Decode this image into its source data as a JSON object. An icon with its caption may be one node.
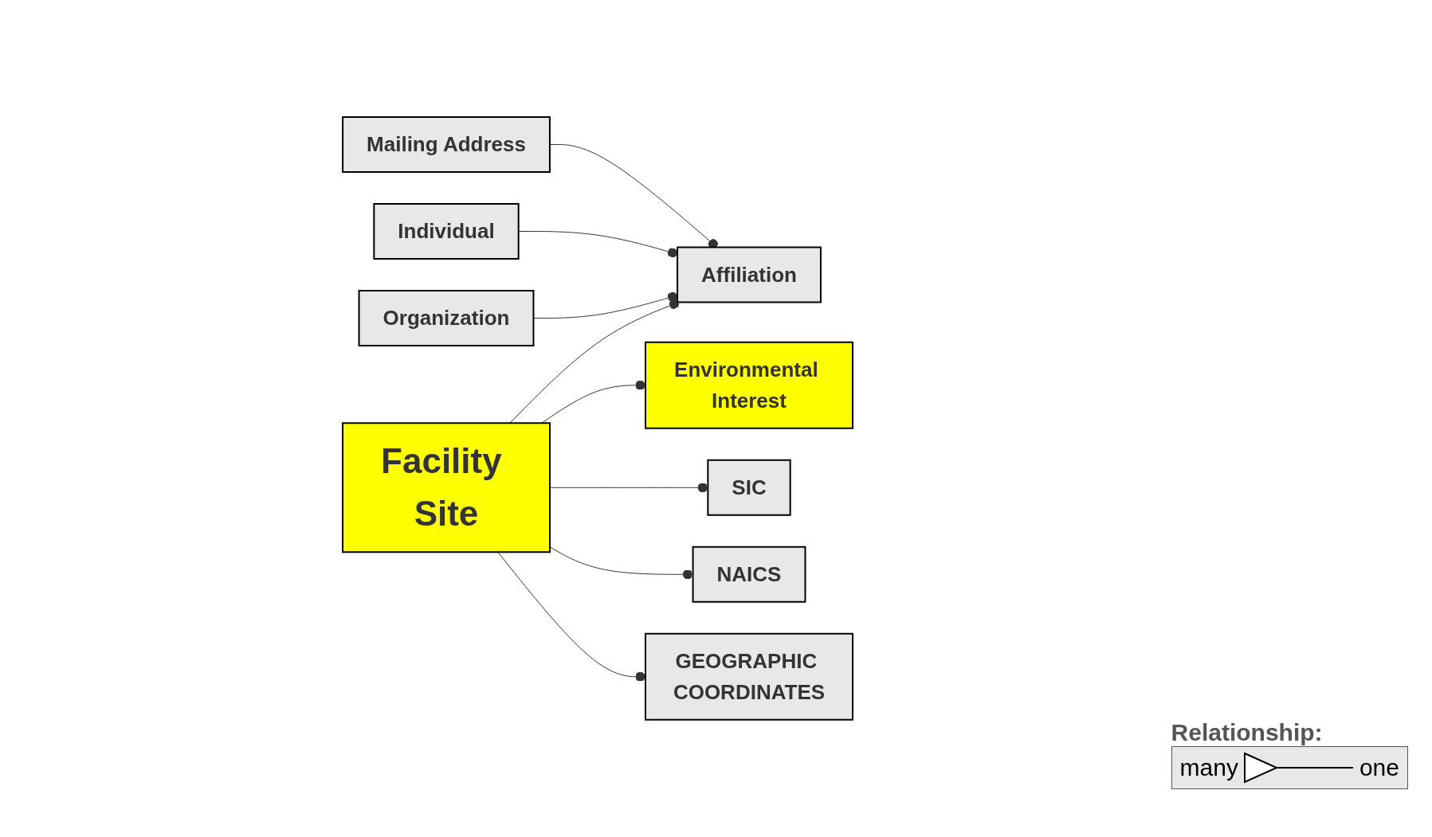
{
  "diagram": {
    "nodes": [
      {
        "text": [
          "Environmental Interest"
        ]
      },
      {
        "text": [
          "Affiliation"
        ]
      },
      {
        "text": [
          "Organization"
        ]
      },
      {
        "text": [
          "Individual"
        ]
      },
      {
        "text": [
          "Mailing Address"
        ]
      },
      {
        "text": [
          "SIC"
        ]
      },
      {
        "text": [
          "NAICS"
        ]
      },
      {
        "text": [
          "GEOGRAPHIC COORDINATES"
        ]
      },
      {
        "text": [
          "Facility Site"
        ]
      }
    ],
    "edges": [
      {
        "from": 8,
        "to": 0,
        "arrow": "other"
      },
      {
        "from": 8,
        "to": 1,
        "arrow": "other"
      },
      {
        "from": 2,
        "to": 1,
        "arrow": "other"
      },
      {
        "from": 3,
        "to": 1,
        "arrow": "other"
      },
      {
        "from": 4,
        "to": 1,
        "arrow": "other"
      },
      {
        "from": 8,
        "to": 5,
        "arrow": "other"
      },
      {
        "from": 8,
        "to": 6,
        "arrow": "other"
      },
      {
        "from": 8,
        "to": 7,
        "arrow": "other"
      }
    ],
    "labels": [
      "Relationship:",
      "many",
      "one"
    ]
  }
}
